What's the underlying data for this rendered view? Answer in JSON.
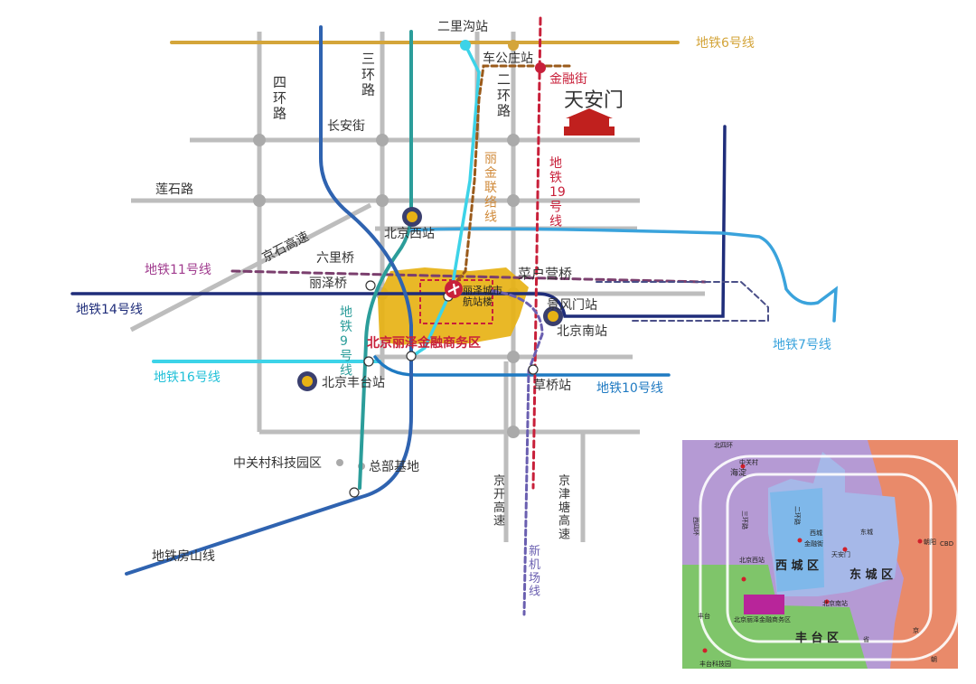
{
  "roads": {
    "ring4": "四\n环\n路",
    "ring3": "三\n环\n路",
    "ring2": "二\n环\n路",
    "changan": "长安街",
    "lianshi": "莲石路",
    "jingshi": "京石高速",
    "liuliqiao": "六里桥",
    "lizeqiao": "丽泽桥",
    "caihuying": "菜户营桥",
    "jingkai": "京\n开\n高\n速",
    "jingjintang": "京\n津\n塘\n高\n速"
  },
  "lines": {
    "line6": "地铁6号线",
    "line11": "地铁11号线",
    "line14": "地铁14号线",
    "line16": "地铁16号线",
    "line9": "地\n铁\n9\n号\n线",
    "line10": "地铁10号线",
    "line7": "地铁7号线",
    "line19": "地\n铁\n19\n号\n线",
    "lijin": "丽\n金\n联\n络\n线",
    "fangshan": "地铁房山线",
    "airport": "新\n机\n场\n线"
  },
  "stations": {
    "erligou": "二里沟站",
    "chegongzhuang": "车公庄站",
    "jinrongjie": "金融街",
    "tiananmen": "天安门",
    "beijingxi": "北京西站",
    "beijingnan": "北京南站",
    "beijingfengtai": "北京丰台站",
    "jingfengmen": "景风门站",
    "caoqiao": "草桥站",
    "terminal": "丽泽城市\n航站楼",
    "zgc": "中关村科技园区",
    "zongbu": "总部基地"
  },
  "district": {
    "name": "北京丽泽金融商务区"
  },
  "inset": {
    "labels": {
      "haidian": "海淀",
      "zhongguancun": "中关村",
      "xicheng": "西城",
      "jinrongjie": "金融街",
      "dongcheng": "东城",
      "tiananmen": "天安门",
      "chaoyang": "朝阳",
      "cbd": "CBD",
      "beijingxi": "北京西站",
      "beijingnan": "北京南站",
      "fengtai": "丰台",
      "fengtaikeji": "丰台科技园",
      "lize": "北京丽泽金融商务区",
      "xicheng_qu": "西 城 区",
      "dongcheng_qu": "东 城 区",
      "fengtai_qu": "丰 台 区",
      "ring_west": "西四环",
      "ring_3": "三环路",
      "ring_2": "二环路",
      "top": "北四环",
      "sheng": "省",
      "chao": "朝",
      "jing": "京"
    }
  },
  "colors": {
    "line6": "#d4a53a",
    "line11": "#7b3f6e",
    "line14": "#1f2d7a",
    "line16": "#3dd3e8",
    "line9": "#2b9d9a",
    "line10": "#1f7ac2",
    "line7": "#3aa3dc",
    "line19": "#c8203a",
    "lijin": "#9a5a1a",
    "fangshan": "#2f63b0",
    "airport": "#6a5fb0",
    "road": "#b9b9b9",
    "district": "#e7b215"
  }
}
